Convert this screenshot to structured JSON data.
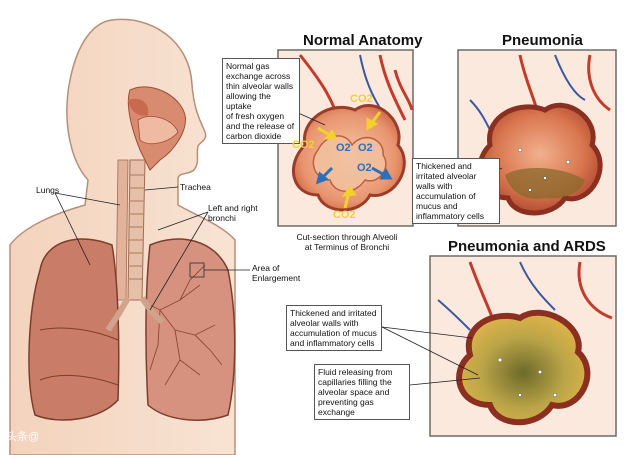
{
  "titles": {
    "normal_anatomy": "Normal Anatomy",
    "pneumonia": "Pneumonia",
    "pneumonia_ards": "Pneumonia and ARDS"
  },
  "labels": {
    "lungs": "Lungs",
    "trachea": "Trachea",
    "left_right_bronchi": "Left and right\nbronchi",
    "area_enlargement": "Area of\nEnlargement"
  },
  "boxes": {
    "normal_gas_exchange": "Normal gas\nexchange across\nthin alveolar walls\nallowing the uptake\nof fresh oxygen\nand the release of\ncarbon dioxide",
    "pneumonia_walls": "Thickened and\nirritated alveolar\nwalls with\naccumulation of\nmucus and\ninflammatory cells",
    "ards_walls": "Thickened and irritated\nalveolar walls with\naccumulation of mucus\nand inflammatory cells",
    "ards_fluid": "Fluid releasing from\ncapillaries filling the\nalveolar space and\npreventing gas exchange"
  },
  "caption": "Cut-section through Alveoli\nat Terminus of Bronchi",
  "gas_labels": {
    "co2": "CO2",
    "o2": "O2"
  },
  "watermark": "头条@"
}
